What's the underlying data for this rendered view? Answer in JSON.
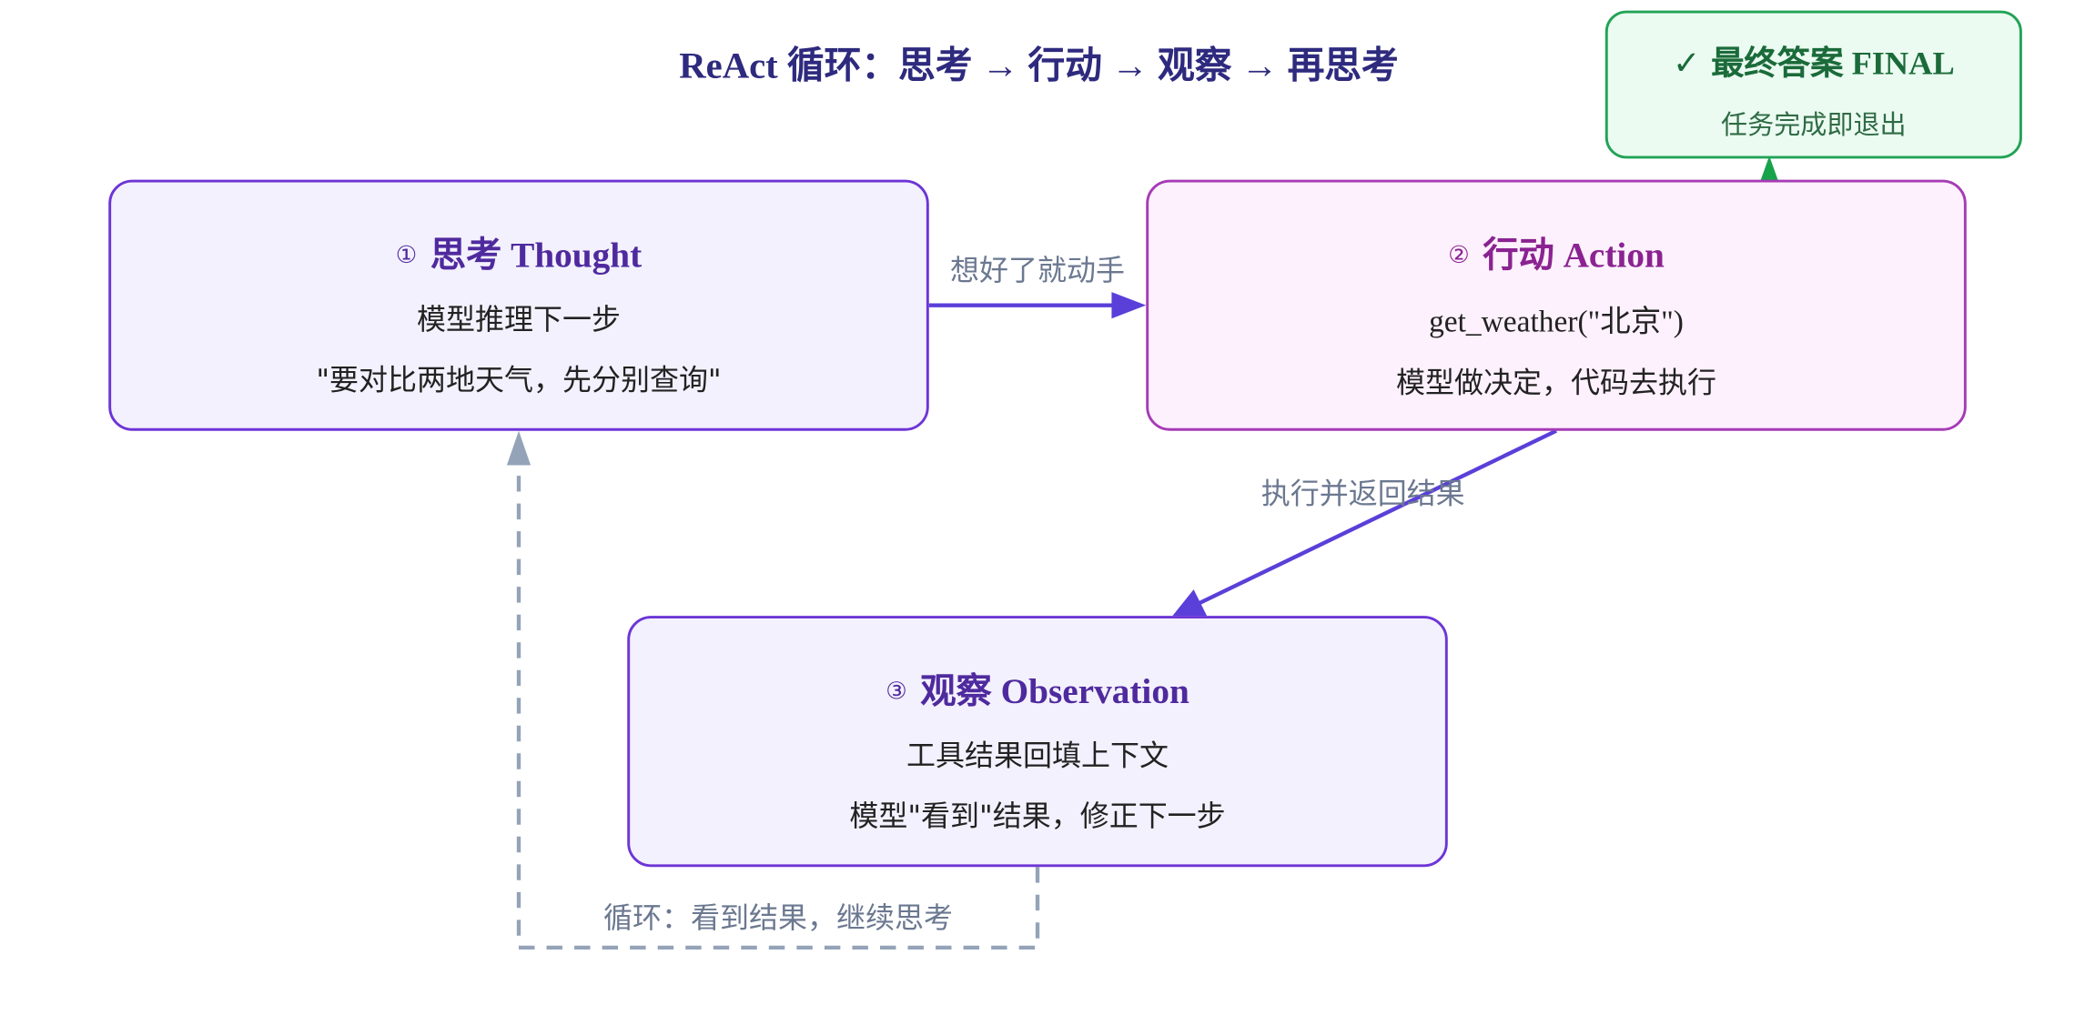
{
  "title": "ReAct 循环：思考 → 行动 → 观察 → 再思考",
  "nodes": {
    "thought": {
      "number": "①",
      "heading": "思考 Thought",
      "line1": "模型推理下一步",
      "line2": "\"要对比两地天气，先分别查询\""
    },
    "action": {
      "number": "②",
      "heading": "行动 Action",
      "line1": "get_weather(\"北京\")",
      "line2": "模型做决定，代码去执行"
    },
    "observation": {
      "number": "③",
      "heading": "观察 Observation",
      "line1": "工具结果回填上下文",
      "line2": "模型\"看到\"结果，修正下一步"
    },
    "final": {
      "check": "✓",
      "heading": "最终答案 FINAL",
      "subtitle": "任务完成即退出"
    }
  },
  "edges": {
    "thought_to_action": "想好了就动手",
    "action_to_observation": "执行并返回结果",
    "observation_to_thought": "循环：看到结果，继续思考"
  },
  "colors": {
    "title": "#2e2a7e",
    "thought_border": "#6d35d6",
    "action_border": "#a63bb6",
    "final_border": "#22a356",
    "arrow": "#5b3fd9",
    "loop_arrow": "#94a3b8",
    "final_arrow": "#16a34a"
  }
}
